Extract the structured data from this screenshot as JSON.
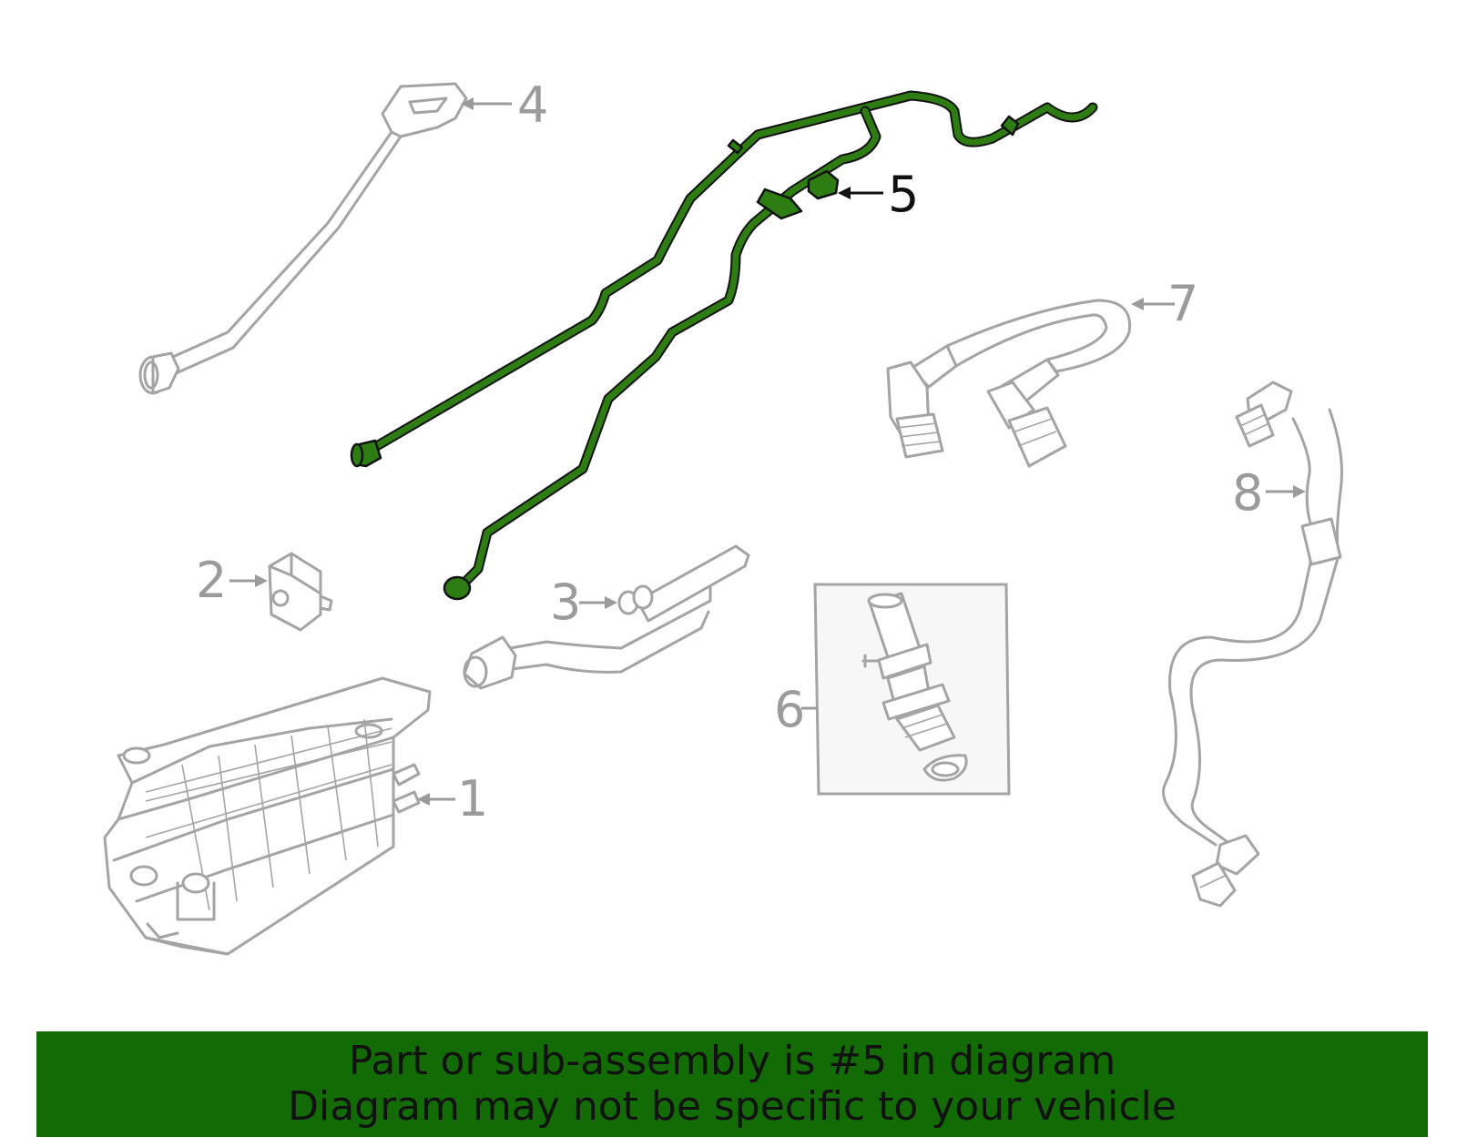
{
  "callouts": {
    "c1": "1",
    "c2": "2",
    "c3": "3",
    "c4": "4",
    "c5": "5",
    "c6": "6",
    "c7": "7",
    "c8": "8"
  },
  "highlighted_callout": "5",
  "colors": {
    "highlight_part": "#2e7d13",
    "part_outline": "#a4a4a4",
    "banner_background": "#136b06"
  },
  "banner": {
    "line1": "Part or sub-assembly is #5 in diagram",
    "line2": "Diagram may not be specific to your vehicle"
  }
}
